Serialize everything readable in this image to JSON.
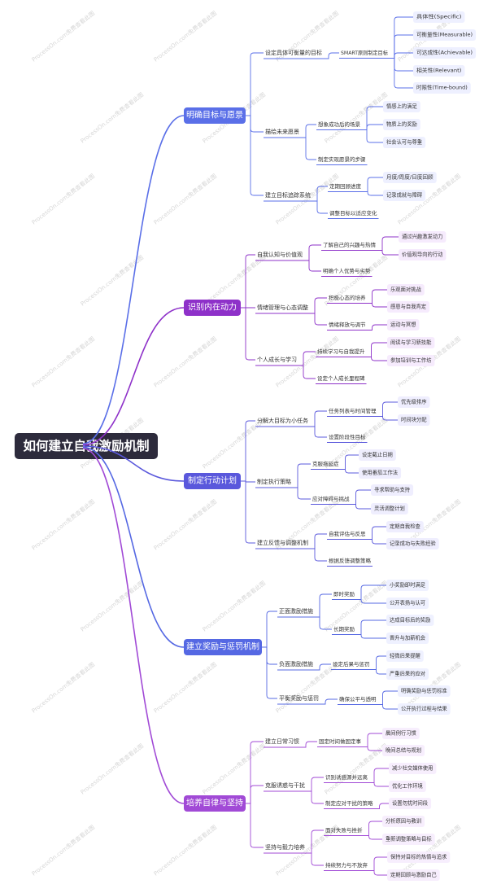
{
  "title": "如何建立自我激励机制",
  "colors": {
    "root_bg": "#2d2b3c",
    "branches": [
      "#5a6fe8",
      "#8e31c9",
      "#5a58dc",
      "#5568e3",
      "#a14ad6"
    ],
    "leaf_bg": [
      "#eef0ff",
      "#f6ebfd",
      "#efeefe",
      "#eff1ff",
      "#f7eefd"
    ]
  },
  "watermark": "ProcessOn.com免费查看此图",
  "branches": [
    {
      "label": "明确目标与愿景",
      "children": [
        {
          "label": "设定具体可衡量的目标",
          "children": [
            {
              "label": "SMART原则制定目标",
              "children": [
                {
                  "label": "具体性(Specific)"
                },
                {
                  "label": "可衡量性(Measurable)"
                },
                {
                  "label": "可达成性(Achievable)"
                },
                {
                  "label": "相关性(Relevant)"
                },
                {
                  "label": "时限性(Time-bound)"
                }
              ]
            }
          ]
        },
        {
          "label": "描绘未来愿景",
          "children": [
            {
              "label": "想象成功后的场景",
              "children": [
                {
                  "label": "情感上的满足"
                },
                {
                  "label": "物质上的奖励"
                },
                {
                  "label": "社会认可与尊重"
                }
              ]
            },
            {
              "label": "制定实现愿景的步骤"
            }
          ]
        },
        {
          "label": "建立目标追踪系统",
          "children": [
            {
              "label": "定期回顾进度",
              "children": [
                {
                  "label": "月度/周度/日度回顾"
                },
                {
                  "label": "记录成就与障碍"
                }
              ]
            },
            {
              "label": "调整目标以适应变化"
            }
          ]
        }
      ]
    },
    {
      "label": "识别内在动力",
      "children": [
        {
          "label": "自我认知与价值观",
          "children": [
            {
              "label": "了解自己的兴趣与热情",
              "children": [
                {
                  "label": "通过兴趣激发动力"
                },
                {
                  "label": "价值观导向的行动"
                }
              ]
            },
            {
              "label": "明确个人优势与劣势"
            }
          ]
        },
        {
          "label": "情绪管理与心态调整",
          "children": [
            {
              "label": "积极心态的培养",
              "children": [
                {
                  "label": "乐观面对挑战"
                },
                {
                  "label": "感恩与自我肯定"
                }
              ]
            },
            {
              "label": "情绪释放与调节",
              "children": [
                {
                  "label": "运动与冥想"
                }
              ]
            }
          ]
        },
        {
          "label": "个人成长与学习",
          "children": [
            {
              "label": "持续学习与自我提升",
              "children": [
                {
                  "label": "阅读与学习新技能"
                },
                {
                  "label": "参加培训与工作坊"
                }
              ]
            },
            {
              "label": "设定个人成长里程碑"
            }
          ]
        }
      ]
    },
    {
      "label": "制定行动计划",
      "children": [
        {
          "label": "分解大目标为小任务",
          "children": [
            {
              "label": "任务列表与时间管理",
              "children": [
                {
                  "label": "优先级排序"
                },
                {
                  "label": "时间块分配"
                }
              ]
            },
            {
              "label": "设置阶段性目标"
            }
          ]
        },
        {
          "label": "制定执行策略",
          "children": [
            {
              "label": "克服拖延症",
              "children": [
                {
                  "label": "设定截止日期"
                },
                {
                  "label": "使用番茄工作法"
                }
              ]
            },
            {
              "label": "应对障碍与挑战",
              "children": [
                {
                  "label": "寻求帮助与支持"
                },
                {
                  "label": "灵活调整计划"
                }
              ]
            }
          ]
        },
        {
          "label": "建立反馈与调整机制",
          "children": [
            {
              "label": "自我评估与反思",
              "children": [
                {
                  "label": "定期自我检查"
                },
                {
                  "label": "记录成功与失败经验"
                }
              ]
            },
            {
              "label": "根据反馈调整策略"
            }
          ]
        }
      ]
    },
    {
      "label": "建立奖励与惩罚机制",
      "children": [
        {
          "label": "正面激励措施",
          "children": [
            {
              "label": "即时奖励",
              "children": [
                {
                  "label": "小奖励即时满足"
                },
                {
                  "label": "公开表扬与认可"
                }
              ]
            },
            {
              "label": "长期奖励",
              "children": [
                {
                  "label": "达成目标后的奖励"
                },
                {
                  "label": "晋升与加薪机会"
                }
              ]
            }
          ]
        },
        {
          "label": "负面激励措施",
          "children": [
            {
              "label": "设定后果与惩罚",
              "children": [
                {
                  "label": "轻微后果提醒"
                },
                {
                  "label": "严重后果的应对"
                }
              ]
            }
          ]
        },
        {
          "label": "平衡奖励与惩罚",
          "children": [
            {
              "label": "确保公平与透明",
              "children": [
                {
                  "label": "明确奖励与惩罚标准"
                },
                {
                  "label": "公开执行过程与结果"
                }
              ]
            }
          ]
        }
      ]
    },
    {
      "label": "培养自律与坚持",
      "children": [
        {
          "label": "建立日常习惯",
          "children": [
            {
              "label": "固定时间做固定事",
              "children": [
                {
                  "label": "晨间例行习惯"
                },
                {
                  "label": "晚间总结与规划"
                }
              ]
            }
          ]
        },
        {
          "label": "克服诱惑与干扰",
          "children": [
            {
              "label": "识别诱惑源并远离",
              "children": [
                {
                  "label": "减少社交媒体使用"
                },
                {
                  "label": "优化工作环境"
                }
              ]
            },
            {
              "label": "制定应对干扰的策略",
              "children": [
                {
                  "label": "设置勿扰时间段"
                }
              ]
            }
          ]
        },
        {
          "label": "坚持与毅力培养",
          "children": [
            {
              "label": "面对失败与挫折",
              "children": [
                {
                  "label": "分析原因与教训"
                },
                {
                  "label": "重新调整策略与目标"
                }
              ]
            },
            {
              "label": "持续努力与不放弃",
              "children": [
                {
                  "label": "保持对目标的热情与追求"
                },
                {
                  "label": "定期回顾与激励自己"
                }
              ]
            }
          ]
        }
      ]
    }
  ]
}
